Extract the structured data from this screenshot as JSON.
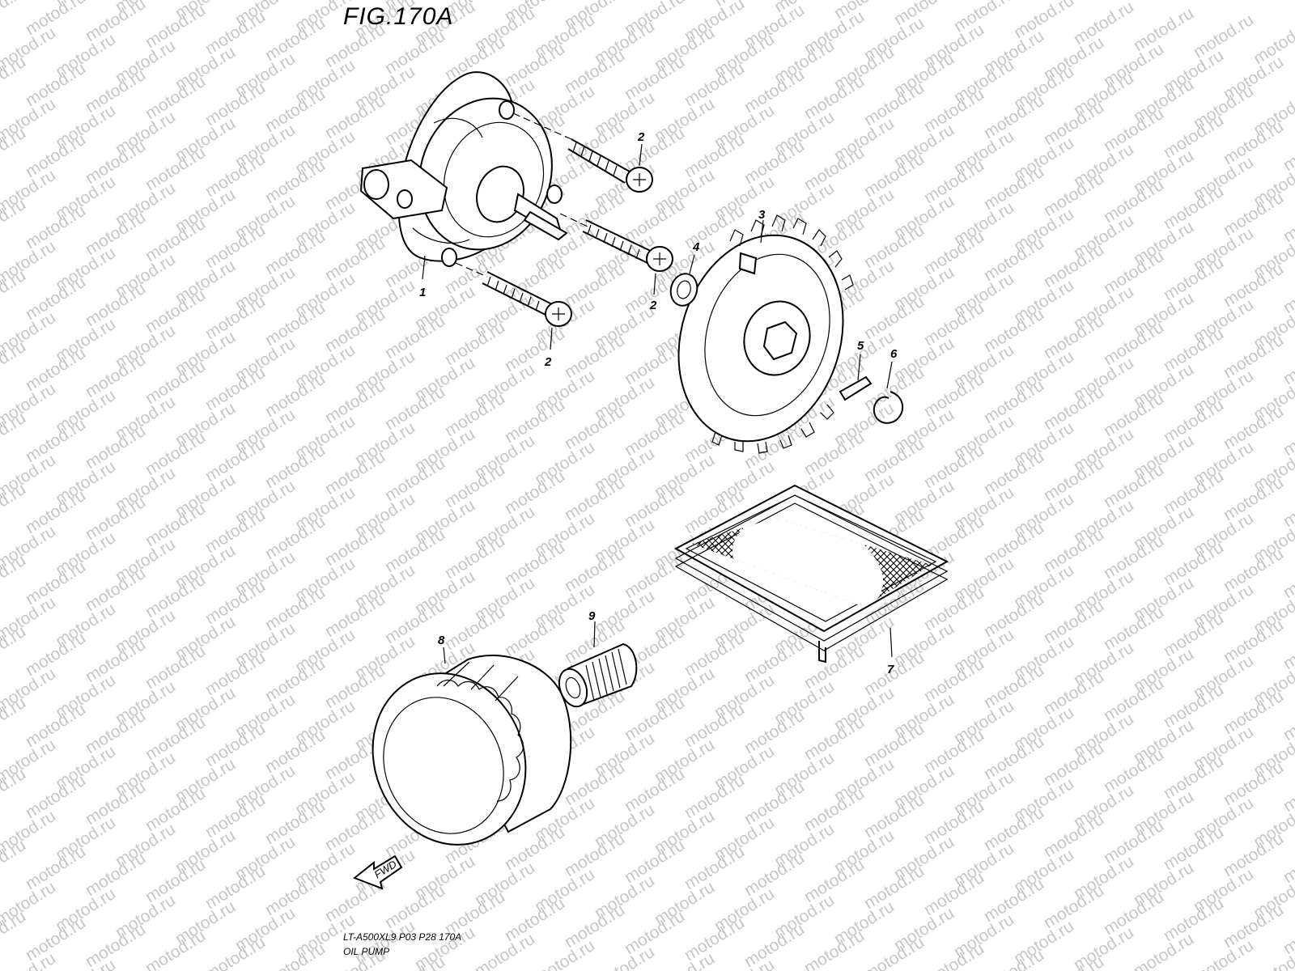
{
  "figure": {
    "title": "FIG.170A"
  },
  "watermark": {
    "text": "motod.ru"
  },
  "direction_arrow": {
    "label": "FWD"
  },
  "callouts": [
    "1",
    "2",
    "2",
    "2",
    "3",
    "4",
    "5",
    "6",
    "7",
    "8",
    "9"
  ],
  "caption": {
    "code": "LT-A500XL9  P03  P28  170A",
    "name": "OIL PUMP"
  }
}
